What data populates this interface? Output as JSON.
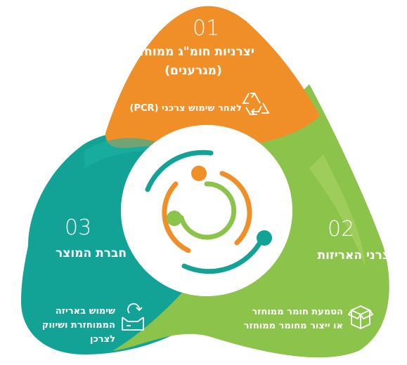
{
  "segments": [
    {
      "number": "01",
      "title_line1": "יצרניות חומ\"ג ממוחזר",
      "title_line2": "(מגרענים)",
      "detail": "לאחר שימוש צרכני (PCR)",
      "icon": "recycle-icon",
      "color": "#f08f27"
    },
    {
      "number": "02",
      "title_line1": "יצרני האריזות",
      "detail_line1": "הטמעת חומר ממוחזר",
      "detail_line2": "או ייצור מחומר ממוחזר",
      "icon": "box-icon",
      "color": "#8cc34a"
    },
    {
      "number": "03",
      "title_line1": "חברת המוצר",
      "detail_line1": "שימוש באריזה",
      "detail_line2": "הממוחזרת ושיווק",
      "detail_line3": "לצרכן",
      "icon": "recycled-package-icon",
      "color": "#13a396"
    }
  ],
  "colors": {
    "orange": "#f08f27",
    "green": "#8cc34a",
    "teal": "#13a396",
    "center": "#ffffff"
  }
}
